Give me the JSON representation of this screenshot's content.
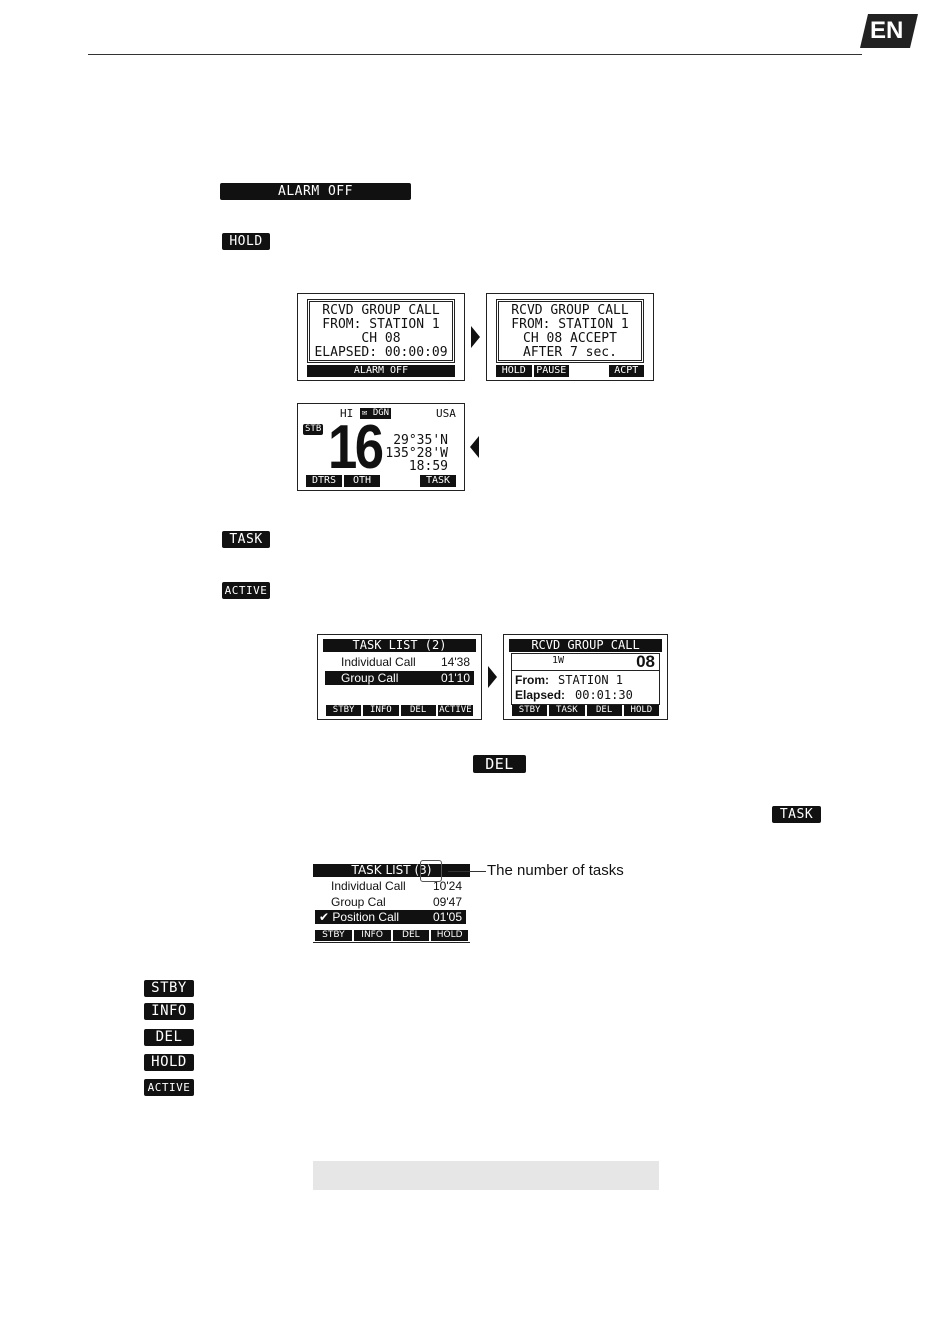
{
  "badge": {
    "label": "EN"
  },
  "keys": {
    "alarm_off": "ALARM OFF",
    "hold": "HOLD",
    "task": "TASK",
    "active": "ACTIVE",
    "del": "DEL",
    "task2": "TASK"
  },
  "screen1": {
    "lines": [
      "RCVD GROUP CALL",
      "FROM: STATION 1",
      "CH 08",
      "ELAPSED: 00:00:09"
    ],
    "soft": "ALARM OFF"
  },
  "screen2": {
    "lines": [
      "RCVD GROUP CALL",
      "FROM: STATION 1",
      "CH 08   ACCEPT",
      "AFTER 7 sec."
    ],
    "soft": [
      "HOLD",
      "PAUSE",
      "",
      "ACPT"
    ]
  },
  "standby": {
    "power": "HI",
    "icons": "✉ DGN",
    "region": "USA",
    "badge": "STB",
    "channel": "16",
    "lat": "29°35'N",
    "lon": "135°28'W",
    "time": "18:59",
    "soft": [
      "DTRS",
      "OTH",
      "",
      "TASK"
    ]
  },
  "tasklist": {
    "title": "TASK LIST (2)",
    "rows": [
      {
        "name": "Individual Call",
        "time": "14'38"
      },
      {
        "name": "Group Call",
        "time": "01'10"
      }
    ],
    "soft": [
      "STBY",
      "INFO",
      "DEL",
      "ACTIVE"
    ]
  },
  "groupcall": {
    "title": "RCVD GROUP CALL",
    "power": "1W",
    "channel": "08",
    "from_label": "From:",
    "from_value": "STATION 1",
    "elapsed_label": "Elapsed:",
    "elapsed_value": "00:01:30",
    "soft": [
      "STBY",
      "TASK",
      "DEL",
      "HOLD"
    ]
  },
  "tasklist3": {
    "title": "TASK LIST (3)",
    "rows": [
      {
        "name": "Individual Call",
        "time": "10'24"
      },
      {
        "name": "Group Cal",
        "time": "09'47"
      },
      {
        "name": "✔ Position Call",
        "time": "01'05"
      }
    ],
    "soft": [
      "STBY",
      "INFO",
      "DEL",
      "HOLD"
    ]
  },
  "callout": "The number of tasks",
  "legend_keys": [
    "STBY",
    "INFO",
    "DEL",
    "HOLD",
    "ACTIVE"
  ]
}
